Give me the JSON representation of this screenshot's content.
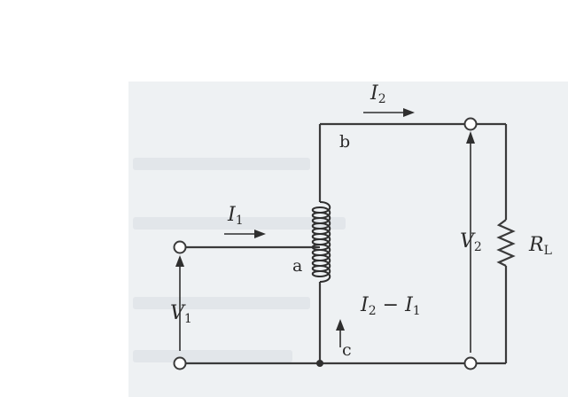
{
  "labels": {
    "current_out": {
      "sym": "I",
      "sub": "2"
    },
    "current_in": {
      "sym": "I",
      "sub": "1"
    },
    "node_b": "b",
    "node_a": "a",
    "node_c": "c",
    "voltage_in": {
      "sym": "V",
      "sub": "1"
    },
    "voltage_out": {
      "sym": "V",
      "sub": "2"
    },
    "load": {
      "sym": "R",
      "sub": "L"
    },
    "current_common": {
      "sym1": "I",
      "sub1": "2",
      "op": "−",
      "sym2": "I",
      "sub2": "1"
    }
  }
}
